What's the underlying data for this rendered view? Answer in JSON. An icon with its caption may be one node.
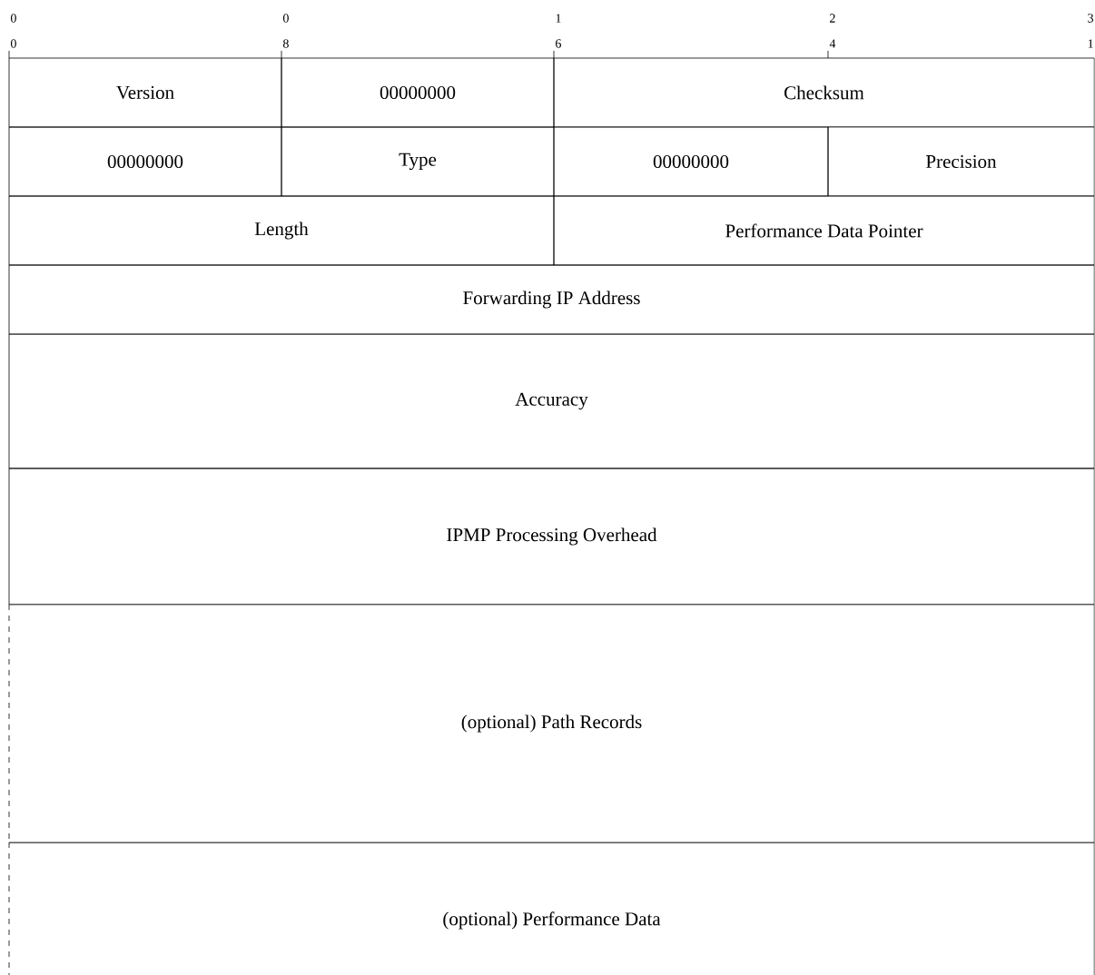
{
  "diagram": {
    "nodes": [
      {
        "text": [
          "Version"
        ]
      },
      {
        "text": [
          "00000000"
        ]
      },
      {
        "text": [
          "Checksum"
        ]
      },
      {
        "text": [
          "00000000"
        ]
      },
      {
        "text": [
          "Type"
        ]
      },
      {
        "text": [
          "00000000"
        ]
      },
      {
        "text": [
          "Precision"
        ]
      },
      {
        "text": [
          "Length"
        ]
      },
      {
        "text": [
          "Performance Data Pointer"
        ]
      },
      {
        "text": [
          "Forwarding IP Address"
        ]
      },
      {
        "text": [
          "Accuracy"
        ]
      },
      {
        "text": [
          "IPMP Processing Overhead"
        ]
      },
      {
        "text": [
          "(optional) Path Records"
        ]
      },
      {
        "text": [
          "(optional) Performance Data"
        ]
      }
    ],
    "labels": [
      "0",
      "0",
      "1",
      "2",
      "3",
      "0",
      "8",
      "6",
      "4",
      "1"
    ]
  }
}
